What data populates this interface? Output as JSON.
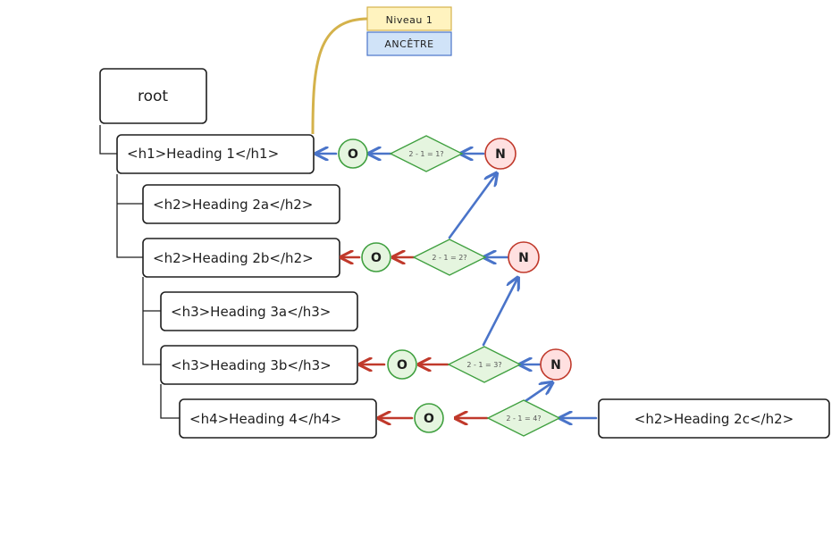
{
  "colors": {
    "stroke": "#1e1e1e",
    "blue": "#4a74c9",
    "red": "#c0392b",
    "green": "#40a040",
    "green_fill": "#e5f5df",
    "red_fill": "#ffe0e0",
    "yellow": "#d4b24b",
    "legend_yellow_fill": "#fff3bf",
    "legend_blue_fill": "#d0e3f8"
  },
  "legend": {
    "level": "Niveau 1",
    "ancestor": "ANCÊTRE"
  },
  "root_label": "root",
  "headings": {
    "h1": "<h1>Heading 1</h1>",
    "h2a": "<h2>Heading 2a</h2>",
    "h2b": "<h2>Heading 2b</h2>",
    "h3a": "<h3>Heading 3a</h3>",
    "h3b": "<h3>Heading 3b</h3>",
    "h4": "<h4>Heading 4</h4>",
    "h2c": "<h2>Heading 2c</h2>"
  },
  "conditions": {
    "c1": "2 - 1 = 1?",
    "c2": "2 - 1 = 2?",
    "c3": "2 - 1 = 3?",
    "c4": "2 - 1 = 4?"
  },
  "answers": {
    "yes": "O",
    "no": "N"
  }
}
